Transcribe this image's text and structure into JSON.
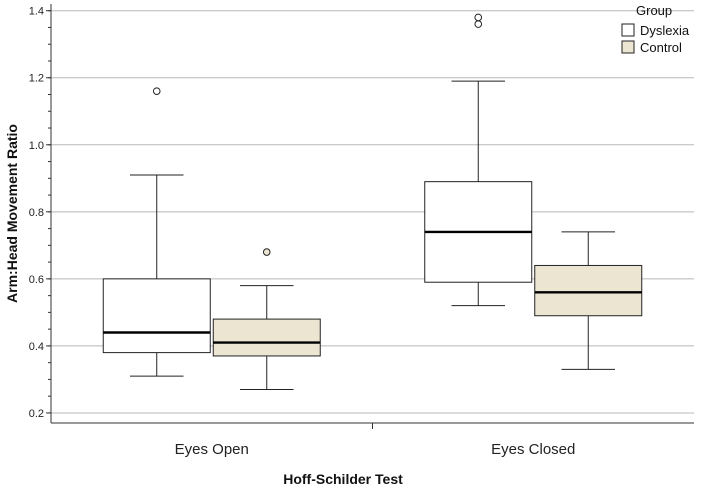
{
  "chart_data": {
    "type": "box",
    "title": "",
    "xlabel": "Hoff-Schilder Test",
    "ylabel": "Arm:Head Movement Ratio",
    "ylim": [
      0.17,
      1.42
    ],
    "yticks": [
      0.2,
      0.4,
      0.6,
      0.8,
      1.0,
      1.2,
      1.4
    ],
    "ytick_labels": [
      "0.2",
      "0.4",
      "0.6",
      "0.8",
      "1.0",
      "1.2",
      "1.4"
    ],
    "grid": true,
    "categories": [
      "Eyes Open",
      "Eyes Closed"
    ],
    "legend": {
      "title": "Group",
      "placement": "top-right"
    },
    "series": [
      {
        "name": "Dyslexia",
        "color": "#ffffff",
        "boxes": [
          {
            "category": "Eyes Open",
            "whisker_low": 0.31,
            "q1": 0.38,
            "median": 0.44,
            "q3": 0.6,
            "whisker_high": 0.91,
            "outliers": [
              1.16
            ]
          },
          {
            "category": "Eyes Closed",
            "whisker_low": 0.52,
            "q1": 0.59,
            "median": 0.74,
            "q3": 0.89,
            "whisker_high": 1.19,
            "outliers": [
              1.36,
              1.38
            ]
          }
        ]
      },
      {
        "name": "Control",
        "color": "#ece5d2",
        "boxes": [
          {
            "category": "Eyes Open",
            "whisker_low": 0.27,
            "q1": 0.37,
            "median": 0.41,
            "q3": 0.48,
            "whisker_high": 0.58,
            "outliers": [
              0.68
            ]
          },
          {
            "category": "Eyes Closed",
            "whisker_low": 0.33,
            "q1": 0.49,
            "median": 0.56,
            "q3": 0.64,
            "whisker_high": 0.74,
            "outliers": []
          }
        ]
      }
    ]
  }
}
